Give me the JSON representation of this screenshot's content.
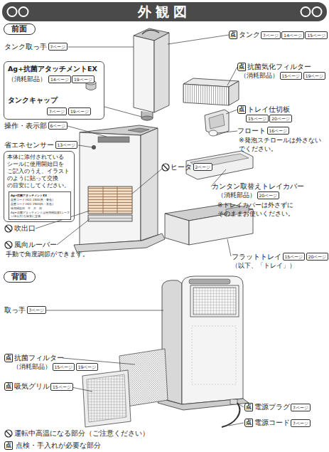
{
  "diagram": {
    "title": "外観図",
    "nodes": [
      {
        "text": [
          "前面"
        ]
      },
      {
        "text": [
          "Ag+抗菌アタッチメントEX",
          "（消耗部品）",
          "14ページ",
          "19ページ",
          "タンクキャップ",
          "7ページ",
          "19ページ"
        ]
      },
      {
        "text": [
          "本体に添付されている シールに使用開始日を ご記入のうえ、イラスト のように貼って交換 の目安にしてください。"
        ]
      },
      {
        "text": [
          "Ag+抗菌アタッチメントEX",
          "品番コード:H01 1500(黄・青色)",
          "品番コード:H01 1503(白・灰色)",
          "使用開始日　年　月　日",
          "Ag+抗菌アタッチメントは使用開始後1シーズン(6カ月)を目安に交換"
        ],
        "in": 2
      },
      {
        "text": [
          "背面"
        ]
      }
    ],
    "labels": [
      "タンク取っ手",
      "7ページ",
      "操作・表示部",
      "6ページ",
      "省エネセンサー",
      "13ページ",
      "吹出口",
      "風向ルーバー",
      "手動で角度調節ができます。",
      "点",
      "タンク",
      "7ページ",
      "14ページ",
      "15ページ",
      "点",
      "抗菌気化フィルター",
      "（消耗部品）",
      "15ページ",
      "19ページ",
      "点",
      "トレイ仕切板",
      "15ページ",
      "20ページ",
      "フロート",
      "16ページ",
      "※発泡スチロールは外さない でください。",
      "ヒータ",
      "2ページ",
      "カンタン取替えトレイカバー",
      "（消耗部品）",
      "20ページ",
      "※トレイカバーは外さずに そのままお使いください。",
      "フラットトレイ",
      "15ページ",
      "20ページ",
      "（以下、「トレイ」）",
      "取っ手",
      "7ページ",
      "点",
      "抗菌フィルター",
      "（消耗部品）",
      "15ページ",
      "19ページ",
      "点",
      "吸気グリル",
      "15ページ",
      "点",
      "電源プラグ",
      "7ページ",
      "点",
      "電源コード",
      "7ページ",
      "点"
    ],
    "legend": [
      {
        "text": "運転中高温になる部分（ご注意ください）"
      },
      {
        "text": "点検・手入れが必要な部分"
      }
    ]
  }
}
